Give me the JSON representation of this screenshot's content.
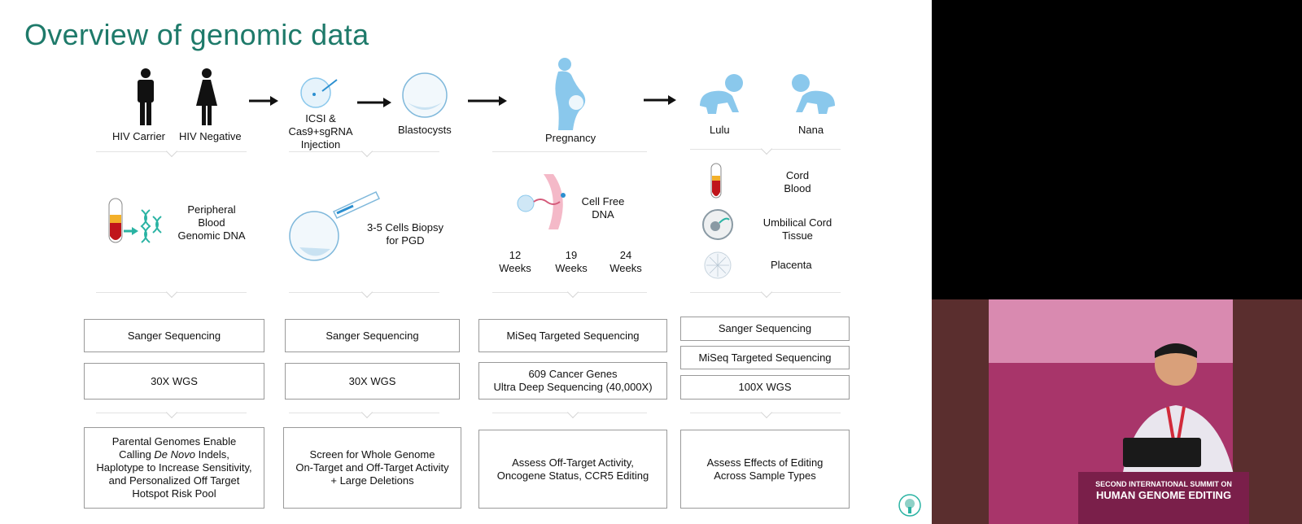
{
  "title": "Overview of genomic data",
  "row1": {
    "hiv_carrier": "HIV Carrier",
    "hiv_negative": "HIV Negative",
    "icsi": [
      "ICSI &",
      "Cas9+sgRNA",
      "Injection"
    ],
    "blastocysts": "Blastocysts",
    "pregnancy": "Pregnancy",
    "lulu": "Lulu",
    "nana": "Nana"
  },
  "row2": {
    "peripheral": [
      "Peripheral",
      "Blood",
      "Genomic DNA"
    ],
    "biopsy": [
      "3-5 Cells Biopsy",
      "for PGD"
    ],
    "cellfree": [
      "Cell Free",
      "DNA"
    ],
    "weeks": [
      {
        "num": "12",
        "unit": "Weeks"
      },
      {
        "num": "19",
        "unit": "Weeks"
      },
      {
        "num": "24",
        "unit": "Weeks"
      }
    ],
    "cord_blood": [
      "Cord",
      "Blood"
    ],
    "umbilical": [
      "Umbilical Cord",
      "Tissue"
    ],
    "placenta": "Placenta"
  },
  "methods": {
    "col1": [
      "Sanger Sequencing",
      "30X WGS"
    ],
    "col2": [
      "Sanger Sequencing",
      "30X WGS"
    ],
    "col3": [
      "MiSeq Targeted Sequencing",
      "609 Cancer Genes",
      "Ultra Deep Sequencing (40,000X)"
    ],
    "col4": [
      "Sanger Sequencing",
      "MiSeq Targeted Sequencing",
      "100X WGS"
    ]
  },
  "goals": {
    "col1": {
      "l1": "Parental Genomes Enable",
      "l2a": "Calling ",
      "l2b": "De Novo",
      "l2c": " Indels,",
      "l3": "Haplotype to Increase Sensitivity,",
      "l4": "and Personalized Off Target",
      "l5": "Hotspot Risk Pool"
    },
    "col2": [
      "Screen for Whole Genome",
      "On-Target and Off-Target Activity",
      "+ Large Deletions"
    ],
    "col3": [
      "Assess Off-Target Activity,",
      "Oncogene Status, CCR5 Editing"
    ],
    "col4": [
      "Assess Effects of Editing",
      "Across Sample Types"
    ]
  },
  "video": {
    "banner_line1": "SECOND INTERNATIONAL SUMMIT ON",
    "banner_line2": "HUMAN GENOME EDITING"
  },
  "colors": {
    "title": "#1e7a6a",
    "icon_blue": "#8ac8ec",
    "banner": "#a8356a"
  }
}
